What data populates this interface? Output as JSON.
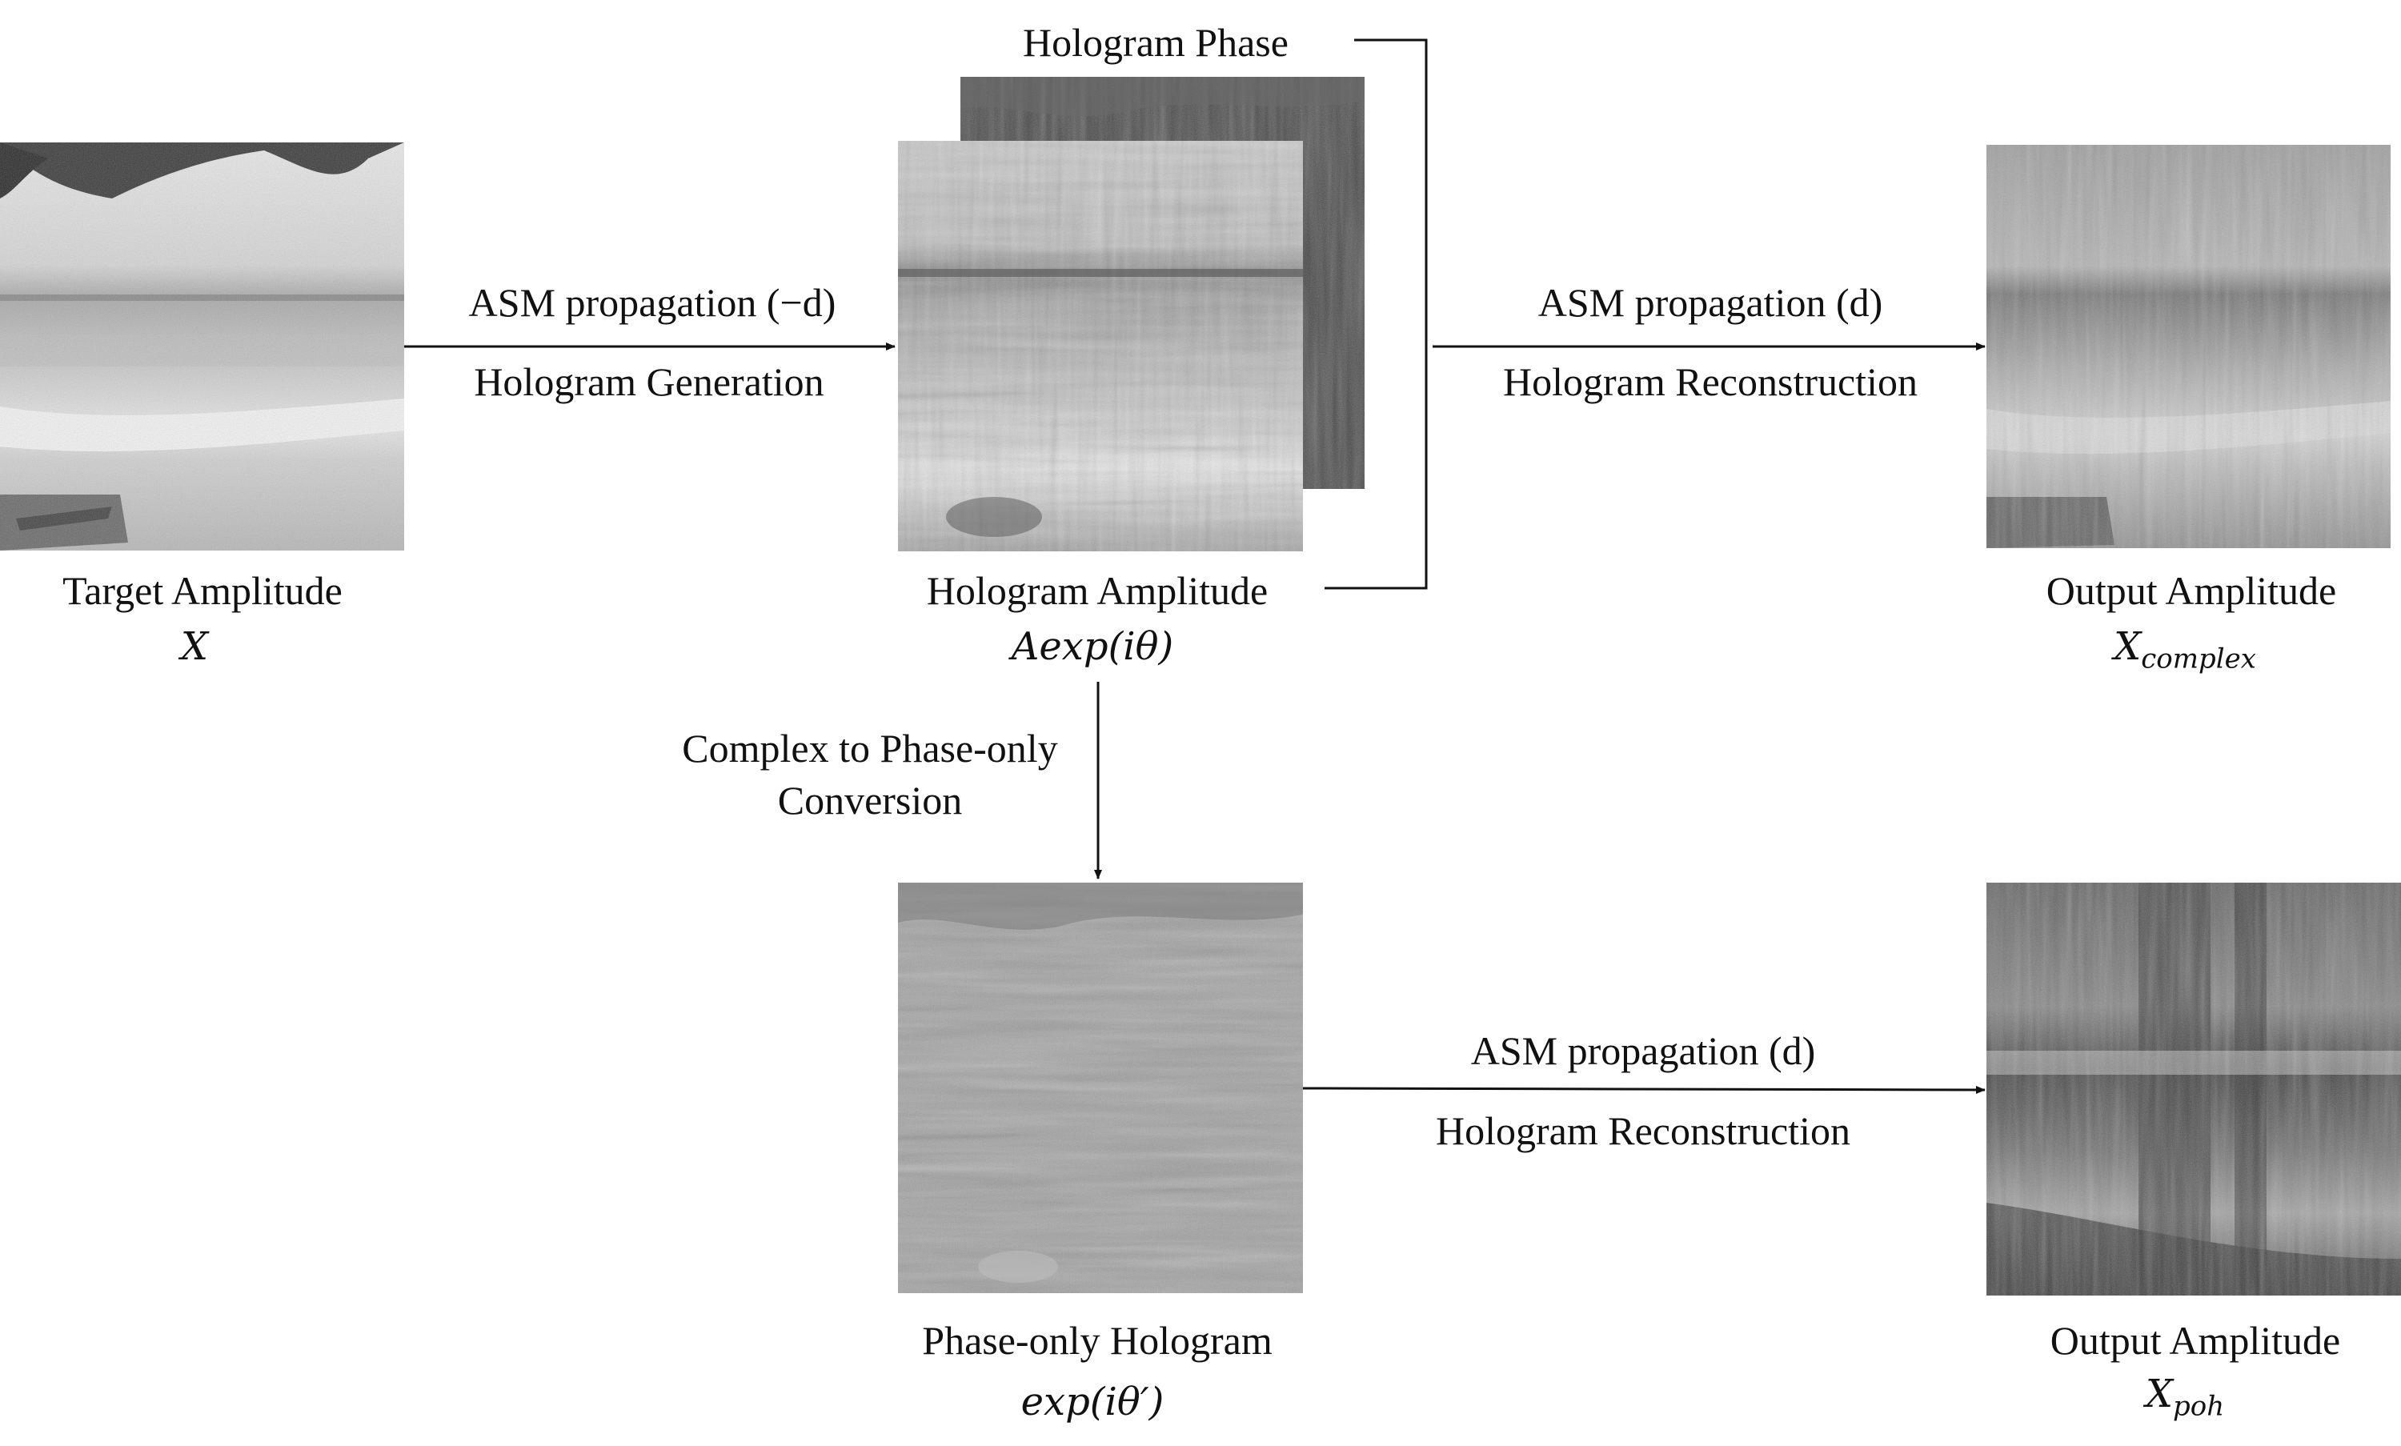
{
  "target": {
    "label": "Target Amplitude",
    "symbol": "X"
  },
  "hologram": {
    "phase_label": "Hologram Phase",
    "amplitude_label": "Hologram Amplitude",
    "symbol": "Aexp(iθ)"
  },
  "output_complex": {
    "label": "Output Amplitude",
    "symbol_base": "X",
    "symbol_sub": "complex"
  },
  "conversion": {
    "line1": "Complex to Phase-only",
    "line2": "Conversion"
  },
  "poh": {
    "label": "Phase-only Hologram",
    "symbol": "exp(iθ′)"
  },
  "output_poh": {
    "label": "Output Amplitude",
    "symbol_base": "X",
    "symbol_sub": "poh"
  },
  "arrows": {
    "generation": {
      "top": "ASM propagation (−d)",
      "bottom": "Hologram Generation"
    },
    "reconstruction_complex": {
      "top": "ASM propagation (d)",
      "bottom": "Hologram Reconstruction"
    },
    "reconstruction_poh": {
      "top": "ASM propagation (d)",
      "bottom": "Hologram Reconstruction"
    }
  }
}
